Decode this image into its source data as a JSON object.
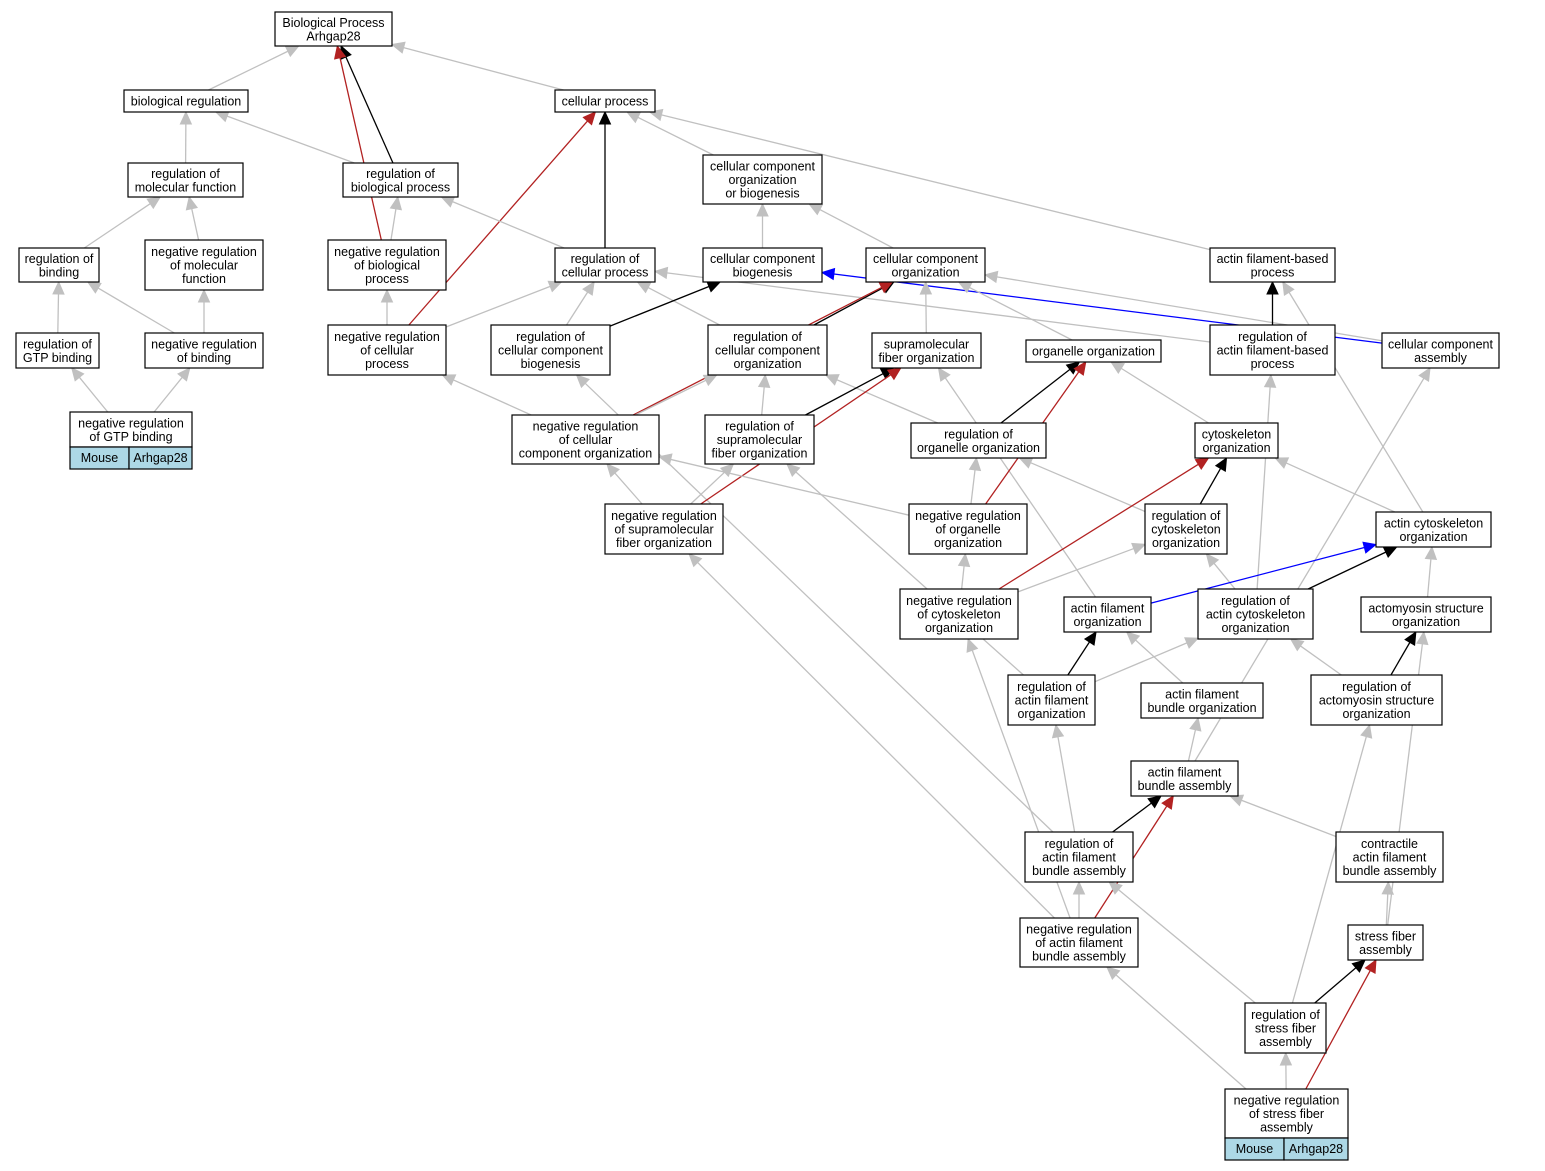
{
  "colors": {
    "is_a": "#c0c0c0",
    "part_of": "#000000",
    "negatively_regulates": "#b22222",
    "regulates": "#0000ff",
    "annotation_fill": "#add8e6"
  },
  "nodes": [
    {
      "id": "root",
      "label": [
        "Biological Process",
        "Arhgap28"
      ]
    },
    {
      "id": "bioreg",
      "label": [
        "biological regulation"
      ]
    },
    {
      "id": "cellproc",
      "label": [
        "cellular process"
      ]
    },
    {
      "id": "regmolfun",
      "label": [
        "regulation of",
        "molecular function"
      ]
    },
    {
      "id": "regbioproc",
      "label": [
        "regulation of",
        "biological process"
      ]
    },
    {
      "id": "ccob",
      "label": [
        "cellular component",
        "organization",
        "or biogenesis"
      ]
    },
    {
      "id": "regbinding",
      "label": [
        "regulation of",
        "binding"
      ]
    },
    {
      "id": "negregmolfun",
      "label": [
        "negative regulation",
        "of molecular",
        "function"
      ]
    },
    {
      "id": "negregbioproc",
      "label": [
        "negative regulation",
        "of biological",
        "process"
      ]
    },
    {
      "id": "regcellproc",
      "label": [
        "regulation of",
        "cellular process"
      ]
    },
    {
      "id": "ccbiogen",
      "label": [
        "cellular component",
        "biogenesis"
      ]
    },
    {
      "id": "ccorg",
      "label": [
        "cellular component",
        "organization"
      ]
    },
    {
      "id": "afbproc",
      "label": [
        "actin filament-based",
        "process"
      ]
    },
    {
      "id": "reggtp",
      "label": [
        "regulation of",
        "GTP binding"
      ]
    },
    {
      "id": "negregbinding",
      "label": [
        "negative regulation",
        "of binding"
      ]
    },
    {
      "id": "negregcellproc",
      "label": [
        "negative regulation",
        "of cellular",
        "process"
      ]
    },
    {
      "id": "regccbiogen",
      "label": [
        "regulation of",
        "cellular component",
        "biogenesis"
      ]
    },
    {
      "id": "regccorg",
      "label": [
        "regulation of",
        "cellular component",
        "organization"
      ]
    },
    {
      "id": "smfo",
      "label": [
        "supramolecular",
        "fiber organization"
      ]
    },
    {
      "id": "orgorg",
      "label": [
        "organelle organization"
      ]
    },
    {
      "id": "regafbproc",
      "label": [
        "regulation of",
        "actin filament-based",
        "process"
      ]
    },
    {
      "id": "ccassembly",
      "label": [
        "cellular component",
        "assembly"
      ]
    },
    {
      "id": "negreggtp",
      "label": [
        "negative regulation",
        "of GTP binding"
      ],
      "annotation": [
        "Mouse",
        "Arhgap28"
      ]
    },
    {
      "id": "negregccorg",
      "label": [
        "negative regulation",
        "of cellular",
        "component organization"
      ]
    },
    {
      "id": "regsmfo",
      "label": [
        "regulation of",
        "supramolecular",
        "fiber organization"
      ]
    },
    {
      "id": "regorgorg",
      "label": [
        "regulation of",
        "organelle organization"
      ]
    },
    {
      "id": "cytoorg",
      "label": [
        "cytoskeleton",
        "organization"
      ]
    },
    {
      "id": "negregsmfo",
      "label": [
        "negative regulation",
        "of supramolecular",
        "fiber organization"
      ]
    },
    {
      "id": "negregorgorg",
      "label": [
        "negative regulation",
        "of organelle",
        "organization"
      ]
    },
    {
      "id": "regcytoorg",
      "label": [
        "regulation of",
        "cytoskeleton",
        "organization"
      ]
    },
    {
      "id": "actincytoorg",
      "label": [
        "actin cytoskeleton",
        "organization"
      ]
    },
    {
      "id": "negregcytoorg",
      "label": [
        "negative regulation",
        "of cytoskeleton",
        "organization"
      ]
    },
    {
      "id": "afo",
      "label": [
        "actin filament",
        "organization"
      ]
    },
    {
      "id": "regactincytoorg",
      "label": [
        "regulation of",
        "actin cytoskeleton",
        "organization"
      ]
    },
    {
      "id": "amso",
      "label": [
        "actomyosin structure",
        "organization"
      ]
    },
    {
      "id": "regafo",
      "label": [
        "regulation of",
        "actin filament",
        "organization"
      ]
    },
    {
      "id": "afbo",
      "label": [
        "actin filament",
        "bundle organization"
      ]
    },
    {
      "id": "regamso",
      "label": [
        "regulation of",
        "actomyosin structure",
        "organization"
      ]
    },
    {
      "id": "afba",
      "label": [
        "actin filament",
        "bundle assembly"
      ]
    },
    {
      "id": "regafba",
      "label": [
        "regulation of",
        "actin filament",
        "bundle assembly"
      ]
    },
    {
      "id": "cafba",
      "label": [
        "contractile",
        "actin filament",
        "bundle assembly"
      ]
    },
    {
      "id": "negregafba",
      "label": [
        "negative regulation",
        "of actin filament",
        "bundle assembly"
      ]
    },
    {
      "id": "sfa",
      "label": [
        "stress fiber",
        "assembly"
      ]
    },
    {
      "id": "regsfa",
      "label": [
        "regulation of",
        "stress fiber",
        "assembly"
      ]
    },
    {
      "id": "negregsfa",
      "label": [
        "negative regulation",
        "of stress fiber",
        "assembly"
      ],
      "annotation": [
        "Mouse",
        "Arhgap28"
      ]
    }
  ],
  "edges": [
    {
      "from": "bioreg",
      "to": "root",
      "type": "is_a"
    },
    {
      "from": "cellproc",
      "to": "root",
      "type": "is_a"
    },
    {
      "from": "regbioproc",
      "to": "root",
      "type": "part_of"
    },
    {
      "from": "negregbioproc",
      "to": "root",
      "type": "negatively_regulates"
    },
    {
      "from": "regmolfun",
      "to": "bioreg",
      "type": "is_a"
    },
    {
      "from": "regbioproc",
      "to": "bioreg",
      "type": "is_a"
    },
    {
      "from": "ccob",
      "to": "cellproc",
      "type": "is_a"
    },
    {
      "from": "afbproc",
      "to": "cellproc",
      "type": "is_a"
    },
    {
      "from": "regcellproc",
      "to": "cellproc",
      "type": "part_of"
    },
    {
      "from": "negregcellproc",
      "to": "cellproc",
      "type": "negatively_regulates"
    },
    {
      "from": "regbinding",
      "to": "regmolfun",
      "type": "is_a"
    },
    {
      "from": "negregmolfun",
      "to": "regmolfun",
      "type": "is_a"
    },
    {
      "from": "negregbinding",
      "to": "negregmolfun",
      "type": "is_a"
    },
    {
      "from": "negregbioproc",
      "to": "regbioproc",
      "type": "is_a"
    },
    {
      "from": "regcellproc",
      "to": "regbioproc",
      "type": "is_a"
    },
    {
      "from": "ccbiogen",
      "to": "ccob",
      "type": "is_a"
    },
    {
      "from": "ccorg",
      "to": "ccob",
      "type": "is_a"
    },
    {
      "from": "reggtp",
      "to": "regbinding",
      "type": "is_a"
    },
    {
      "from": "negregbinding",
      "to": "regbinding",
      "type": "is_a"
    },
    {
      "from": "negreggtp",
      "to": "reggtp",
      "type": "is_a"
    },
    {
      "from": "negreggtp",
      "to": "negregbinding",
      "type": "is_a"
    },
    {
      "from": "negregcellproc",
      "to": "negregbioproc",
      "type": "is_a"
    },
    {
      "from": "negregcellproc",
      "to": "regcellproc",
      "type": "is_a"
    },
    {
      "from": "regccbiogen",
      "to": "regcellproc",
      "type": "is_a"
    },
    {
      "from": "regccorg",
      "to": "regcellproc",
      "type": "is_a"
    },
    {
      "from": "regafbproc",
      "to": "regcellproc",
      "type": "is_a"
    },
    {
      "from": "regccbiogen",
      "to": "ccbiogen",
      "type": "part_of"
    },
    {
      "from": "ccassembly",
      "to": "ccbiogen",
      "type": "regulates"
    },
    {
      "from": "regccorg",
      "to": "ccorg",
      "type": "part_of"
    },
    {
      "from": "smfo",
      "to": "ccorg",
      "type": "is_a"
    },
    {
      "from": "orgorg",
      "to": "ccorg",
      "type": "is_a"
    },
    {
      "from": "ccassembly",
      "to": "ccorg",
      "type": "is_a"
    },
    {
      "from": "negregccorg",
      "to": "ccorg",
      "type": "negatively_regulates"
    },
    {
      "from": "regafbproc",
      "to": "afbproc",
      "type": "part_of"
    },
    {
      "from": "actincytoorg",
      "to": "afbproc",
      "type": "is_a"
    },
    {
      "from": "negregccorg",
      "to": "negregcellproc",
      "type": "is_a"
    },
    {
      "from": "negregccorg",
      "to": "regccorg",
      "type": "is_a"
    },
    {
      "from": "regsmfo",
      "to": "regccorg",
      "type": "is_a"
    },
    {
      "from": "regorgorg",
      "to": "regccorg",
      "type": "is_a"
    },
    {
      "from": "regafba",
      "to": "regccbiogen",
      "type": "is_a"
    },
    {
      "from": "regsmfo",
      "to": "smfo",
      "type": "part_of"
    },
    {
      "from": "negregsmfo",
      "to": "smfo",
      "type": "negatively_regulates"
    },
    {
      "from": "afo",
      "to": "smfo",
      "type": "is_a"
    },
    {
      "from": "regorgorg",
      "to": "orgorg",
      "type": "part_of"
    },
    {
      "from": "negregorgorg",
      "to": "orgorg",
      "type": "negatively_regulates"
    },
    {
      "from": "cytoorg",
      "to": "orgorg",
      "type": "is_a"
    },
    {
      "from": "regactincytoorg",
      "to": "regafbproc",
      "type": "is_a"
    },
    {
      "from": "afba",
      "to": "ccassembly",
      "type": "is_a"
    },
    {
      "from": "negregsmfo",
      "to": "negregccorg",
      "type": "is_a"
    },
    {
      "from": "negregorgorg",
      "to": "negregccorg",
      "type": "is_a"
    },
    {
      "from": "negregsmfo",
      "to": "regsmfo",
      "type": "is_a"
    },
    {
      "from": "regafo",
      "to": "regsmfo",
      "type": "is_a"
    },
    {
      "from": "negregorgorg",
      "to": "regorgorg",
      "type": "is_a"
    },
    {
      "from": "regcytoorg",
      "to": "regorgorg",
      "type": "is_a"
    },
    {
      "from": "regcytoorg",
      "to": "cytoorg",
      "type": "part_of"
    },
    {
      "from": "negregcytoorg",
      "to": "cytoorg",
      "type": "negatively_regulates"
    },
    {
      "from": "actincytoorg",
      "to": "cytoorg",
      "type": "is_a"
    },
    {
      "from": "negregafba",
      "to": "negregsmfo",
      "type": "is_a"
    },
    {
      "from": "negregcytoorg",
      "to": "negregorgorg",
      "type": "is_a"
    },
    {
      "from": "negregcytoorg",
      "to": "regcytoorg",
      "type": "is_a"
    },
    {
      "from": "regactincytoorg",
      "to": "regcytoorg",
      "type": "is_a"
    },
    {
      "from": "regactincytoorg",
      "to": "actincytoorg",
      "type": "part_of"
    },
    {
      "from": "afo",
      "to": "actincytoorg",
      "type": "regulates"
    },
    {
      "from": "amso",
      "to": "actincytoorg",
      "type": "is_a"
    },
    {
      "from": "negregafba",
      "to": "negregcytoorg",
      "type": "is_a"
    },
    {
      "from": "regafo",
      "to": "afo",
      "type": "part_of"
    },
    {
      "from": "afbo",
      "to": "afo",
      "type": "is_a"
    },
    {
      "from": "regafo",
      "to": "regactincytoorg",
      "type": "is_a"
    },
    {
      "from": "regamso",
      "to": "regactincytoorg",
      "type": "is_a"
    },
    {
      "from": "regamso",
      "to": "amso",
      "type": "part_of"
    },
    {
      "from": "sfa",
      "to": "amso",
      "type": "is_a"
    },
    {
      "from": "regafba",
      "to": "regafo",
      "type": "is_a"
    },
    {
      "from": "afba",
      "to": "afbo",
      "type": "is_a"
    },
    {
      "from": "regsfa",
      "to": "regamso",
      "type": "is_a"
    },
    {
      "from": "regafba",
      "to": "afba",
      "type": "part_of"
    },
    {
      "from": "negregafba",
      "to": "afba",
      "type": "negatively_regulates"
    },
    {
      "from": "cafba",
      "to": "afba",
      "type": "is_a"
    },
    {
      "from": "negregafba",
      "to": "regafba",
      "type": "is_a"
    },
    {
      "from": "regsfa",
      "to": "regafba",
      "type": "is_a"
    },
    {
      "from": "sfa",
      "to": "cafba",
      "type": "is_a"
    },
    {
      "from": "regsfa",
      "to": "sfa",
      "type": "part_of"
    },
    {
      "from": "negregsfa",
      "to": "sfa",
      "type": "negatively_regulates"
    },
    {
      "from": "negregsfa",
      "to": "regsfa",
      "type": "is_a"
    },
    {
      "from": "negregsfa",
      "to": "negregafba",
      "type": "is_a"
    }
  ]
}
